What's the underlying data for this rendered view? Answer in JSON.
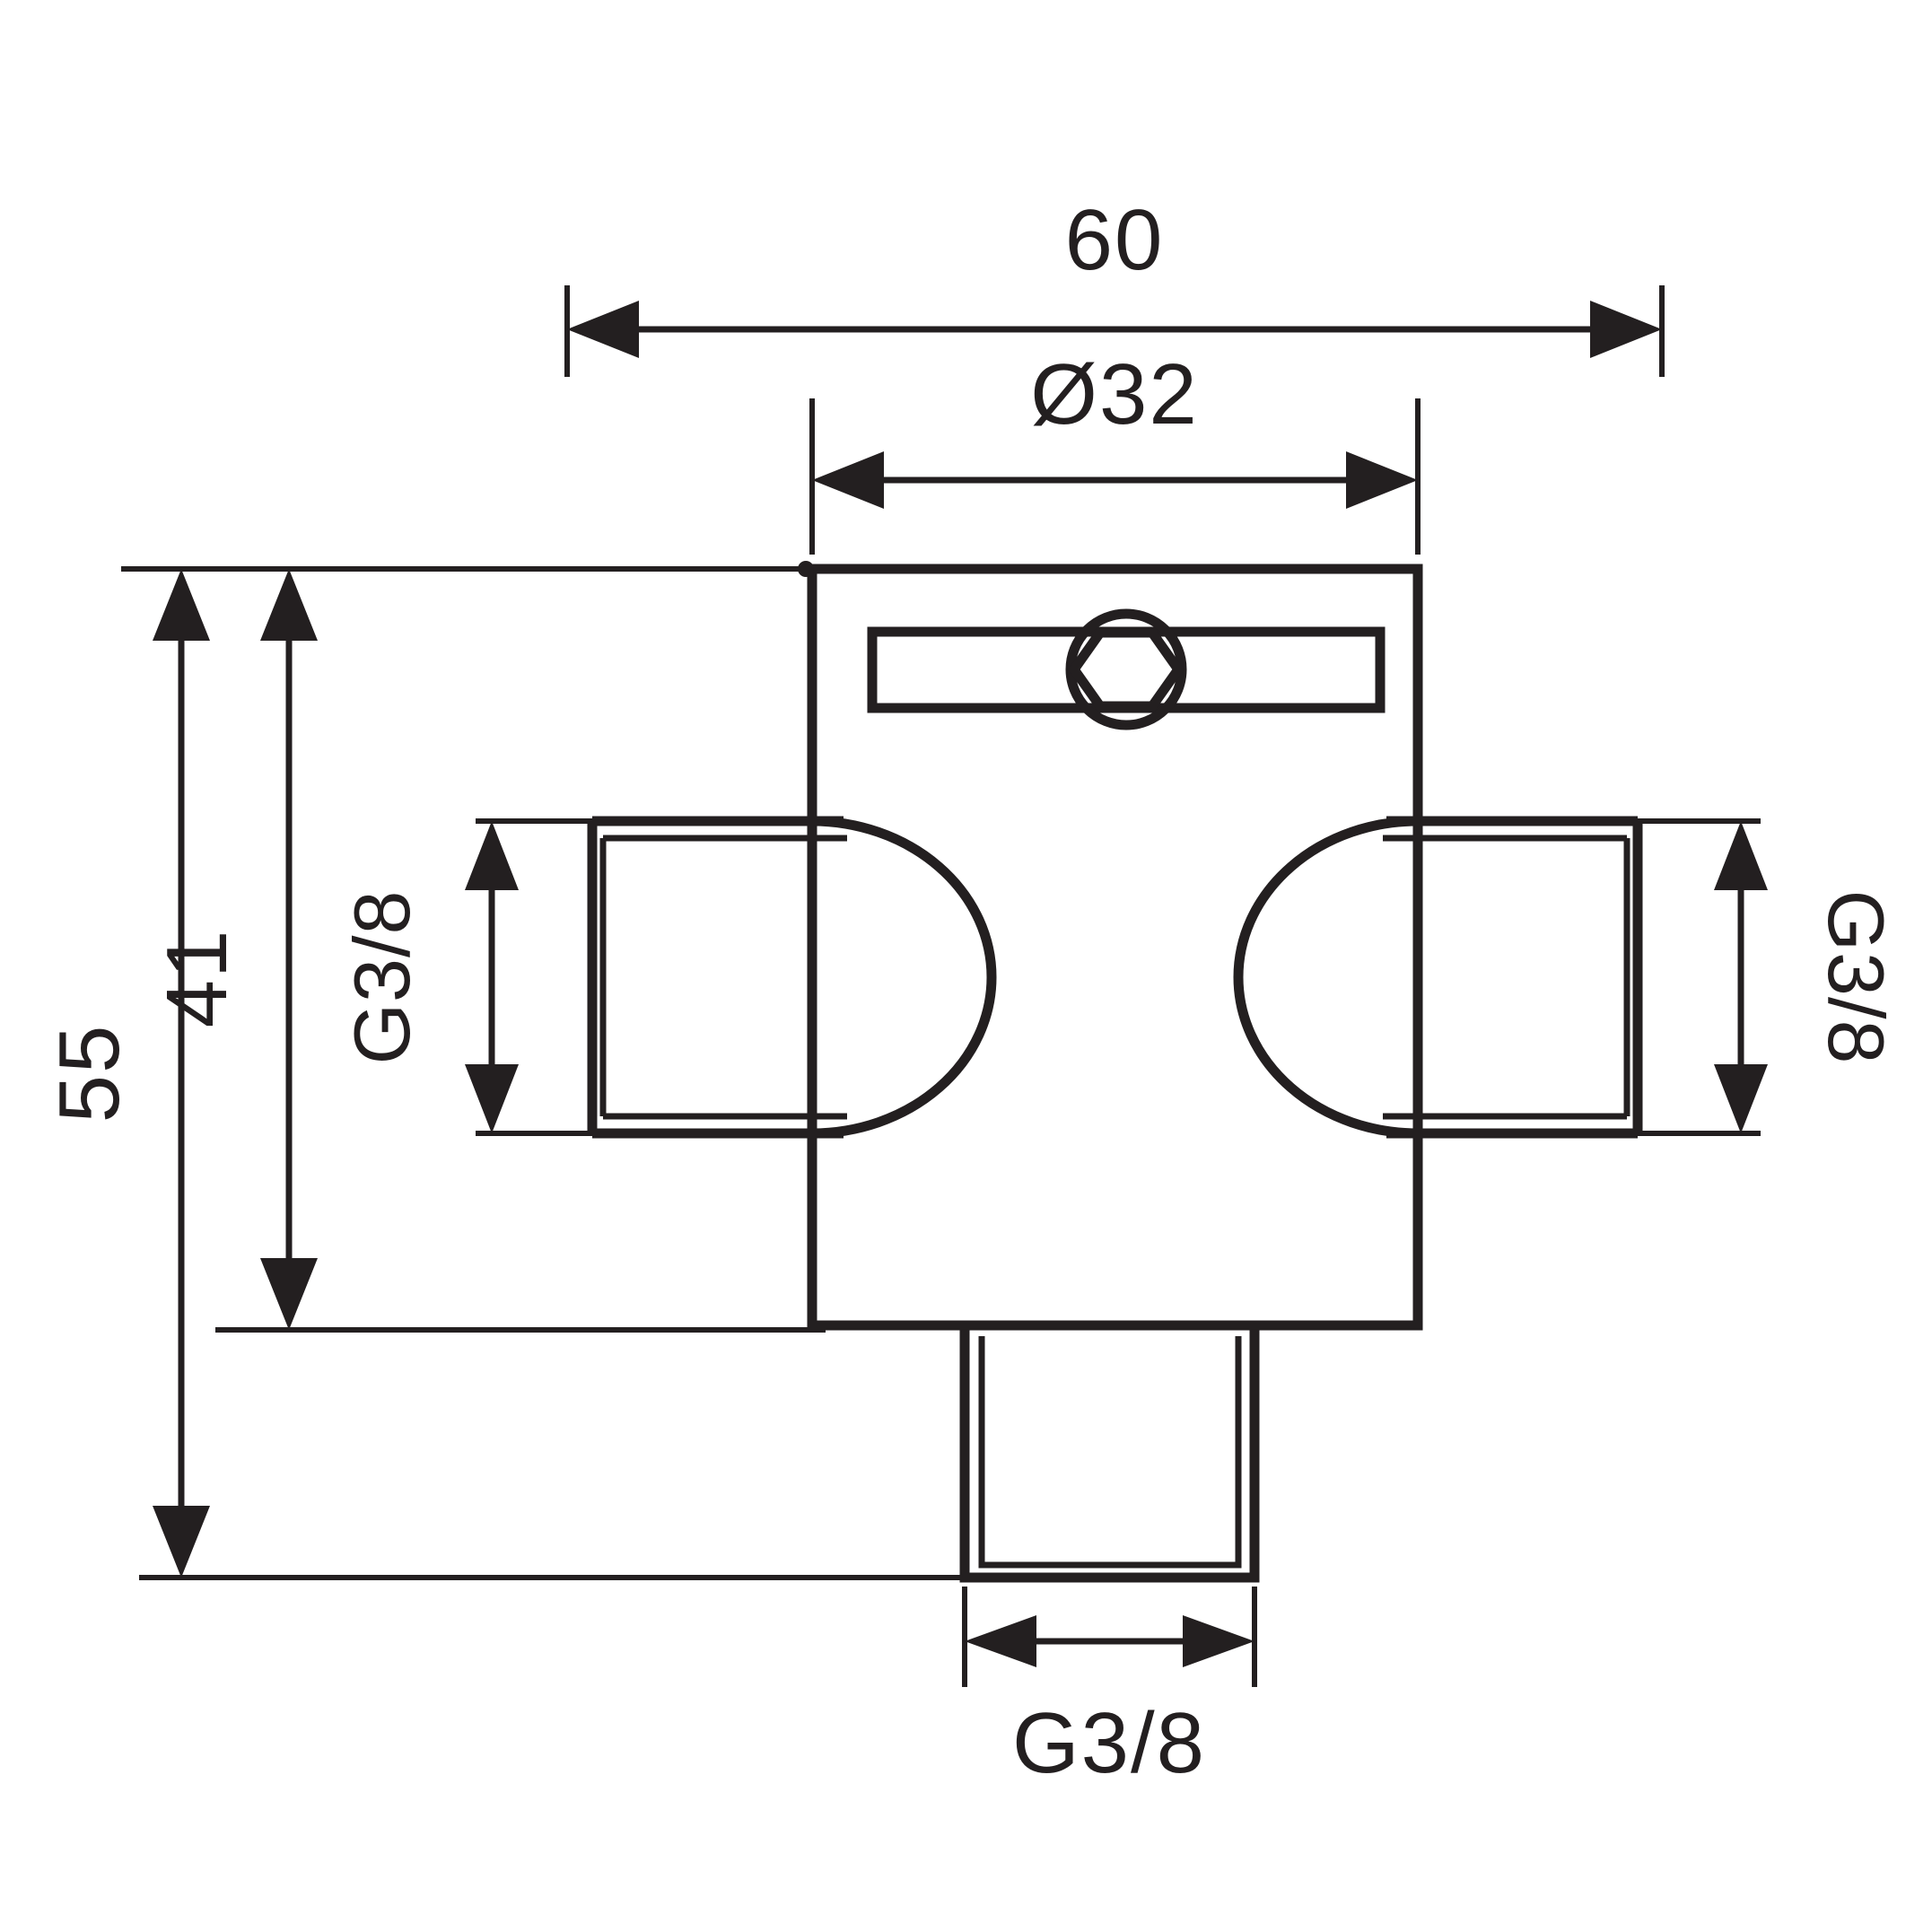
{
  "drawing": {
    "title": "Valve body dimensioned technical drawing",
    "type": "engineering-dimension-drawing",
    "units": "mm",
    "line_color": "#231f20",
    "background_color": "#ffffff"
  },
  "dimensions": {
    "overall_width": {
      "label": "60",
      "orientation": "horizontal",
      "position": "top",
      "name": "overall-width-60"
    },
    "body_diameter": {
      "label": "Ø32",
      "orientation": "horizontal",
      "position": "top-inner",
      "name": "body-diameter-32"
    },
    "overall_height": {
      "label": "55",
      "orientation": "vertical",
      "position": "left-outer",
      "name": "overall-height-55"
    },
    "body_height": {
      "label": "41",
      "orientation": "vertical",
      "position": "left-inner",
      "name": "body-height-41"
    },
    "left_port_thread": {
      "label": "G3/8",
      "orientation": "vertical-rotated-ccw",
      "position": "left-port",
      "name": "left-port-thread-g38"
    },
    "right_port_thread": {
      "label": "G3/8",
      "orientation": "vertical-rotated-cw",
      "position": "right-port",
      "name": "right-port-thread-g38"
    },
    "bottom_port_thread": {
      "label": "G3/8",
      "orientation": "horizontal",
      "position": "bottom-outlet",
      "name": "bottom-port-thread-g38"
    }
  },
  "part_features": {
    "body": "valve-body-rectangle",
    "adjuster_slot": "horizontal-adjuster-slot",
    "adjuster_circle": "adjuster-screw-circle",
    "hex_socket": "hexagonal-socket",
    "left_port": "left-threaded-port",
    "right_port": "right-threaded-port",
    "bottom_port": "bottom-threaded-outlet",
    "center_mark": "center-reference-dot"
  }
}
